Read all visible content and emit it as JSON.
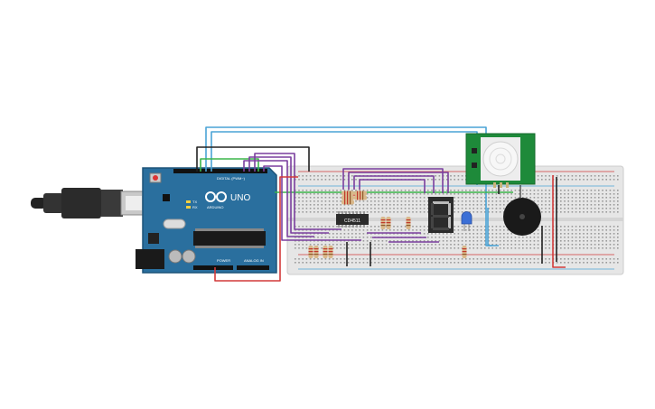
{
  "arduino": {
    "model_label": "UNO",
    "brand_label": "ARDUINO",
    "digital_header_label": "DIGITAL (PWM~)",
    "power_header_label": "POWER",
    "analog_header_label": "ANALOG IN",
    "led_labels": [
      "TX",
      "RX"
    ],
    "board_color": "#2a6f9e"
  },
  "ic": {
    "part_label": "CD4511"
  },
  "seven_segment": {
    "digit": "7"
  },
  "pir_sensor": {
    "board_color": "#1e8a3a"
  },
  "breadboard": {
    "color": "#e6e6e6"
  },
  "wire_colors": {
    "red": "#d23a3a",
    "black": "#222222",
    "blue": "#4aa3d6",
    "green": "#3bb54a",
    "purple": "#7a3f9e"
  }
}
